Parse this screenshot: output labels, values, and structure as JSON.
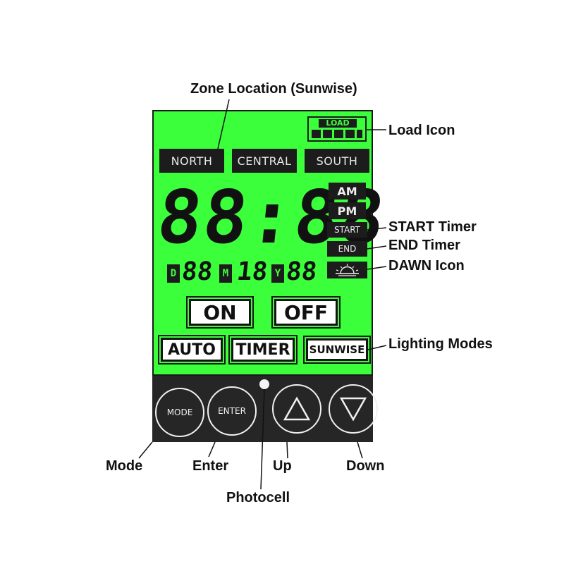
{
  "labels": {
    "zone_location": "Zone Location (Sunwise)",
    "load_icon": "Load Icon",
    "start_timer": "START Timer",
    "end_timer": "END Timer",
    "dawn_icon": "DAWN Icon",
    "lighting_modes": "Lighting Modes",
    "mode": "Mode",
    "enter": "Enter",
    "up": "Up",
    "down": "Down",
    "photocell": "Photocell"
  },
  "display": {
    "load": "LOAD",
    "zones": [
      "NORTH",
      "CENTRAL",
      "SOUTH"
    ],
    "clock": "88:88",
    "am": "AM",
    "pm": "PM",
    "start": "START",
    "end": "END",
    "date": {
      "d_tag": "D",
      "day": "88",
      "m_tag": "M",
      "month": "18",
      "y_tag": "Y",
      "year": "88"
    },
    "on": "ON",
    "off": "OFF",
    "modes": [
      "AUTO",
      "TIMER",
      "SUNWISE"
    ]
  },
  "buttons": {
    "mode": "MODE",
    "enter": "ENTER"
  },
  "colors": {
    "lcd": "#3cff3c",
    "segment": "#111111",
    "keypad": "#262626"
  }
}
